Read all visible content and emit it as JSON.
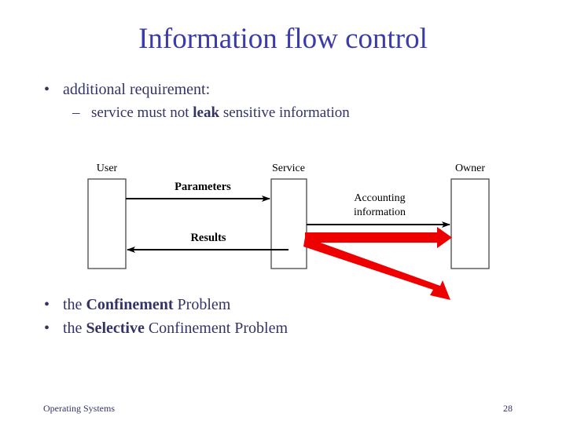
{
  "slide": {
    "title": "Information flow control",
    "background_color": "#ffffff",
    "title_color": "#3b3bab",
    "body_color": "#333366"
  },
  "top_bullets": {
    "level1_marker": "•",
    "level2_marker": "–",
    "item1": "additional requirement:",
    "item2_pre": "service must not ",
    "item2_bold": "leak",
    "item2_post": " sensitive information"
  },
  "bottom_bullets": {
    "marker": "•",
    "item1_pre": "the ",
    "item1_bold": "Confinement",
    "item1_post": " Problem",
    "item2_pre": "the ",
    "item2_bold": "Selective",
    "item2_post": " Confinement Problem"
  },
  "diagram": {
    "nodes": [
      {
        "id": "user",
        "label": "User"
      },
      {
        "id": "service",
        "label": "Service"
      },
      {
        "id": "owner",
        "label": "Owner"
      }
    ],
    "edges": [
      {
        "id": "parameters",
        "label": "Parameters",
        "color": "#000000",
        "from": "user",
        "to": "service"
      },
      {
        "id": "results",
        "label": "Results",
        "color": "#000000",
        "from": "service",
        "to": "user"
      },
      {
        "id": "accounting",
        "label_line1": "Accounting",
        "label_line2": "information",
        "color": "#000000",
        "from": "service",
        "to": "owner"
      },
      {
        "id": "leak-to-owner",
        "label": "",
        "color": "#ee0000",
        "from": "service",
        "to": "owner"
      },
      {
        "id": "leak-covert",
        "label": "",
        "color": "#ee0000",
        "from": "service",
        "to": "outside"
      }
    ],
    "box_stroke": "#555555",
    "leak_color": "#ee0000"
  },
  "footer": {
    "course": "Operating Systems",
    "page_number": "28"
  }
}
